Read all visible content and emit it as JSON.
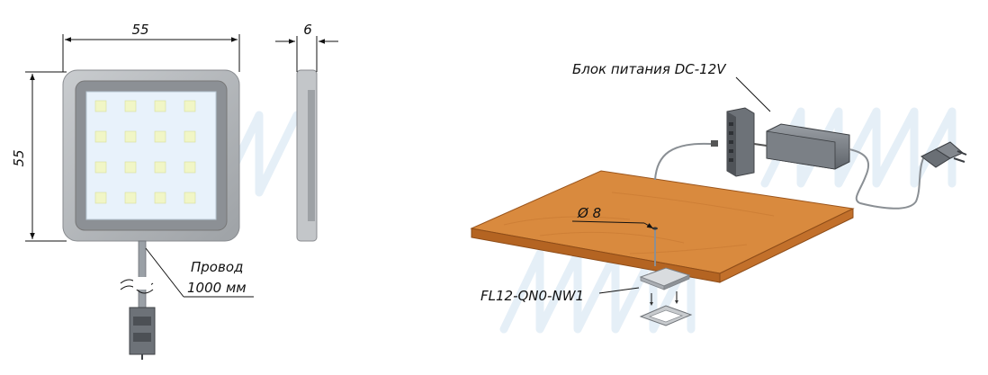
{
  "labels": {
    "width_dim": "55",
    "height_dim": "55",
    "depth_dim": "6",
    "cable": "Провод",
    "cable_length": "1000 мм",
    "power_unit": "Блок питания DC-12V",
    "diameter": "Ø 8",
    "model": "FL12-QN0-NW1"
  },
  "colors": {
    "frame": "#b4b7ba",
    "frame_inner": "#8e9297",
    "panel": "#e8f2fb",
    "led": "#f1f6c6",
    "wood_top": "#d98a3e",
    "wood_edge": "#b46422",
    "watermark": "#cfe2f0"
  },
  "icons": {
    "panel": "square-led-panel-icon",
    "side": "panel-side-view-icon",
    "connector": "cable-connector-icon",
    "driver": "power-supply-icon",
    "plug": "power-plug-icon",
    "distributor": "distributor-block-icon"
  }
}
